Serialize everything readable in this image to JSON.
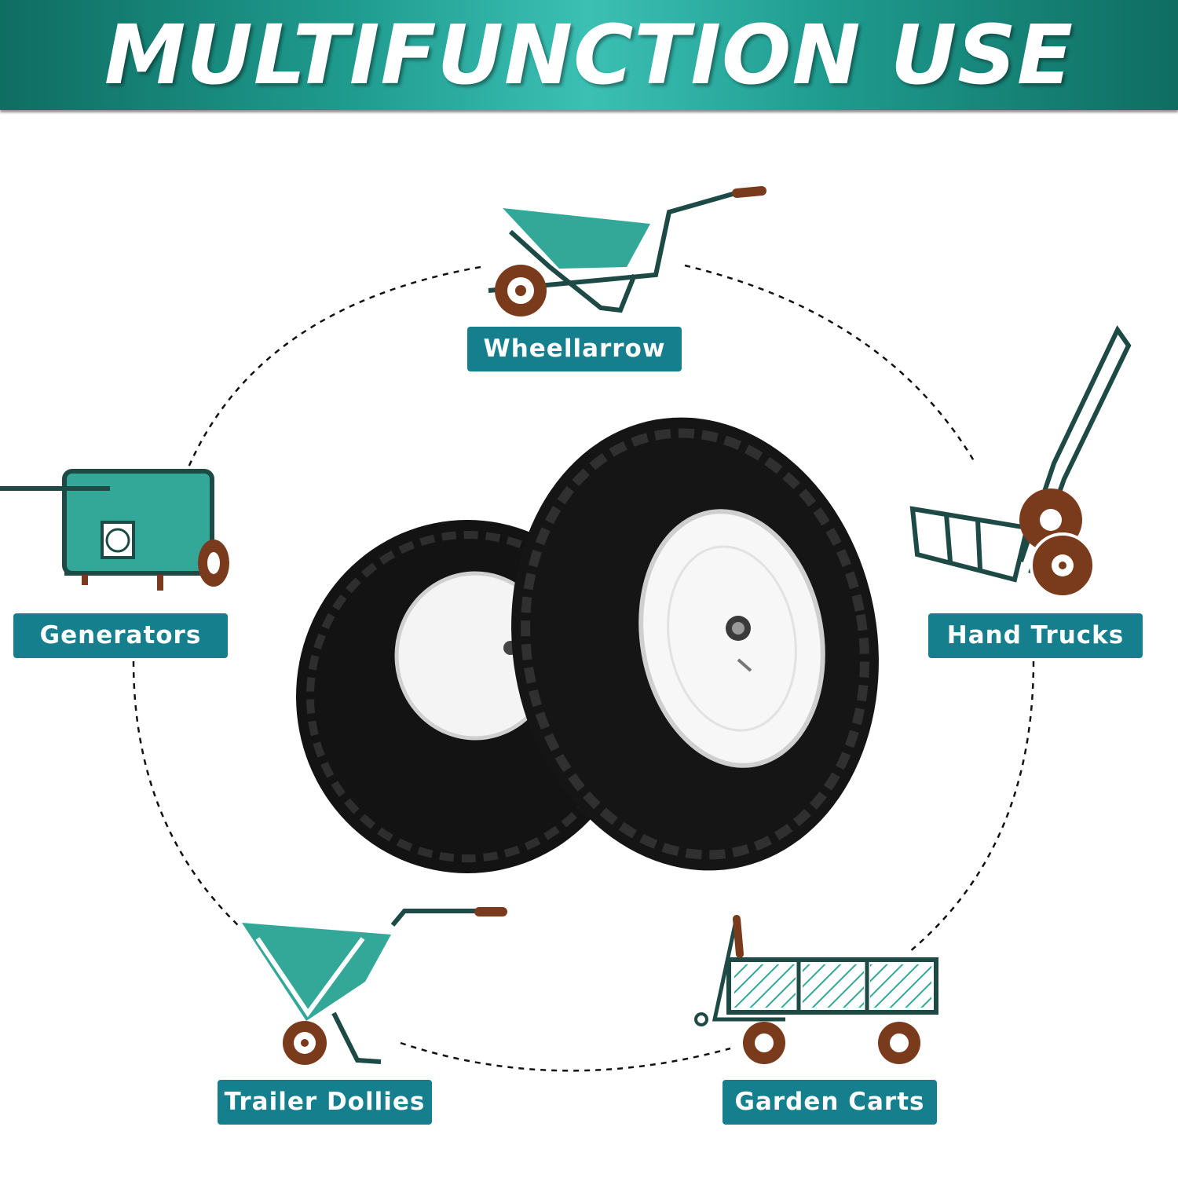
{
  "banner": {
    "title": "MULTIFUNCTION USE"
  },
  "uses": [
    {
      "label": "Wheellarrow"
    },
    {
      "label": "Generators"
    },
    {
      "label": "Hand Trucks"
    },
    {
      "label": "Trailer Dollies"
    },
    {
      "label": "Garden Carts"
    }
  ],
  "colors": {
    "banner_dark": "#0f6d62",
    "banner_light": "#3cc0b4",
    "label_bg": "#167f8e",
    "icon_teal": "#33a898",
    "icon_outline": "#1d4a45",
    "wheel_brown": "#7a3b1c",
    "tire_black": "#111111"
  },
  "icons": [
    "wheelbarrow-icon",
    "generator-icon",
    "hand-truck-icon",
    "trailer-dolly-icon",
    "garden-cart-icon",
    "tire-pair-image"
  ]
}
